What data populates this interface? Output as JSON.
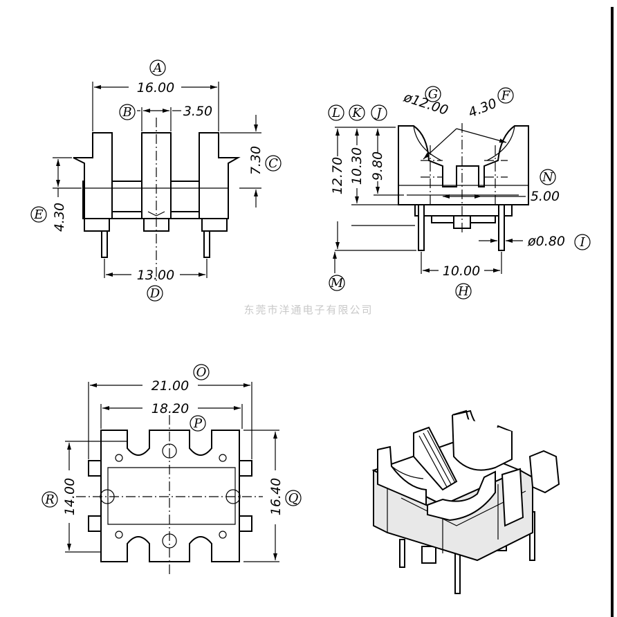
{
  "maker_text": "东莞市洋通电子有限公司",
  "front_view": {
    "dims": {
      "A": "16.00",
      "B": "3.50",
      "C": "7.30",
      "D": "13.00",
      "E": "4.30"
    },
    "callouts": [
      "A",
      "B",
      "C",
      "D",
      "E"
    ]
  },
  "side_view": {
    "dims": {
      "F": "4.30",
      "G": "ø12.00",
      "H": "9.80",
      "I": "10.30",
      "J": "12.70",
      "L": "10.00",
      "M": "ø0.80",
      "N": "5.00"
    },
    "callouts": [
      "F",
      "G",
      "H",
      "I",
      "J",
      "K",
      "L",
      "M",
      "N"
    ]
  },
  "bottom_view": {
    "dims": {
      "O": "21.00",
      "P": "18.20",
      "Q": "16.40",
      "R": "14.00"
    },
    "callouts": [
      "O",
      "P",
      "Q",
      "R"
    ]
  }
}
